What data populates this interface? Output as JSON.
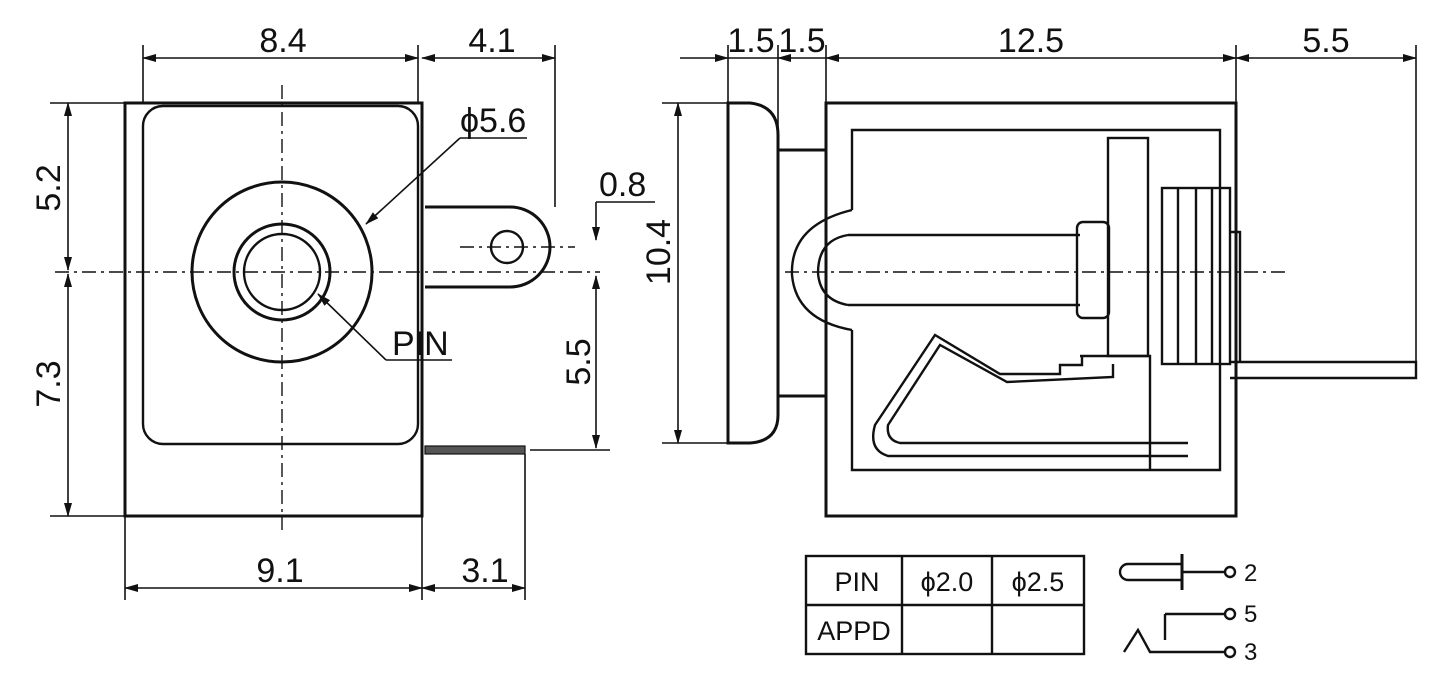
{
  "front_view": {
    "dim_top_width": "8.4",
    "dim_top_tab": "4.1",
    "dim_left_upper": "5.2",
    "dim_left_lower": "7.3",
    "dim_diameter": "ϕ5.6",
    "dim_tab_hole": "0.8",
    "dim_right_pin": "5.5",
    "pin_label": "PIN",
    "dim_bottom_width": "9.1",
    "dim_bottom_pin": "3.1"
  },
  "side_view": {
    "dim_flange_1": "1.5",
    "dim_flange_2": "1.5",
    "dim_body": "12.5",
    "dim_pin_extension": "5.5",
    "dim_height": "10.4"
  },
  "pin_table": {
    "header": [
      "PIN",
      "ϕ2.0",
      "ϕ2.5"
    ],
    "row": [
      "APPD",
      "",
      ""
    ]
  },
  "schematic": {
    "terminal_top": "2",
    "terminal_mid": "5",
    "terminal_bot": "3"
  }
}
